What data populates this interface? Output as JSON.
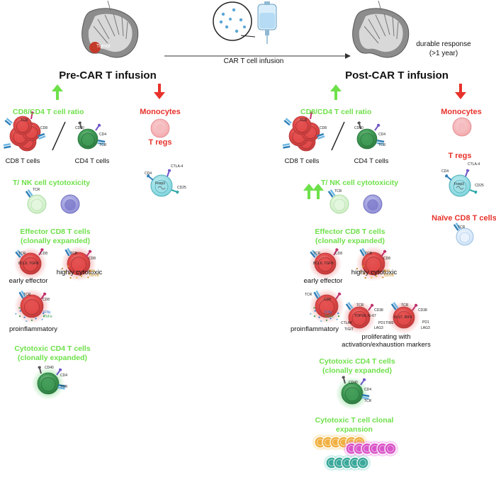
{
  "header": {
    "pre_title": "Pre-CAR T infusion",
    "post_title": "Post-CAR T infusion",
    "infusion_label": "CAR T cell infusion",
    "tumor_label": "Tumor",
    "durable_response": "durable response",
    "durable_duration": "(>1 year)"
  },
  "sections": {
    "ratio": "CD8/CD4 T cell ratio",
    "monocytes": "Monocytes",
    "tregs": "T regs",
    "nk": "T/ NK cell cytotoxicity",
    "effector_line1": "Effector CD8 T cells",
    "effector_line2": "(clonally expanded)",
    "cytotoxic_cd4_line1": "Cytotoxic CD4 T cells",
    "cytotoxic_cd4_line2": "(clonally expanded)",
    "naive_cd8": "Naïve CD8 T cells",
    "clonal_line1": "Cytotoxic T cell clonal",
    "clonal_line2": "expansion"
  },
  "labels": {
    "cd8_t_cells": "CD8 T cells",
    "cd4_t_cells": "CD4 T cells",
    "early_effector": "early effector",
    "highly_cytotoxic": "highly cytotoxic",
    "proinflammatory": "proinflammatory",
    "proliferating_line1": "proliferating with",
    "proliferating_line2": "activation/exhaustion markers"
  },
  "markers": {
    "tcr": "TCR",
    "cd8": "CD8",
    "cd4": "CD4",
    "cd40": "CD40",
    "ctla4": "CTLA-4",
    "cd25": "CD25",
    "foxp3": "Foxp3",
    "bcl6_tgfb": "BCL6, TGFB",
    "ifn": "IFN",
    "gzmb": "GzmB",
    "ifng": "IFNγ",
    "tnfa": "TNFα",
    "top2a_ki67": "TOP2A, Ki-67",
    "ki67_irf4": "Ki-67, IRF4",
    "pd1": "PD1",
    "lag3": "LAG3",
    "tim3": "TIM3",
    "tigit": "TIGIT",
    "ctla4_short": "CTLA4",
    "cd38": "CD38"
  },
  "colors": {
    "increase": "#6ee04a",
    "decrease": "#e8322b",
    "cd8_cell": "#e34b4b",
    "cd4_cell": "#3f9a55",
    "treg_cell": "#7dd3dc",
    "monocyte": "#f2a9ad",
    "nk_green": "#cdeec5",
    "nk_purple": "#8f8ed6",
    "naive_cell": "#cfe3f7",
    "clone_orange": "#f0b040",
    "clone_pink": "#d955c9",
    "clone_teal": "#3aa89a"
  },
  "icons": [
    "spleen-icon",
    "iv-bag-icon",
    "arrow-up-icon",
    "arrow-down-icon",
    "t-cell-icon",
    "monocyte-icon",
    "receptor-icon"
  ]
}
